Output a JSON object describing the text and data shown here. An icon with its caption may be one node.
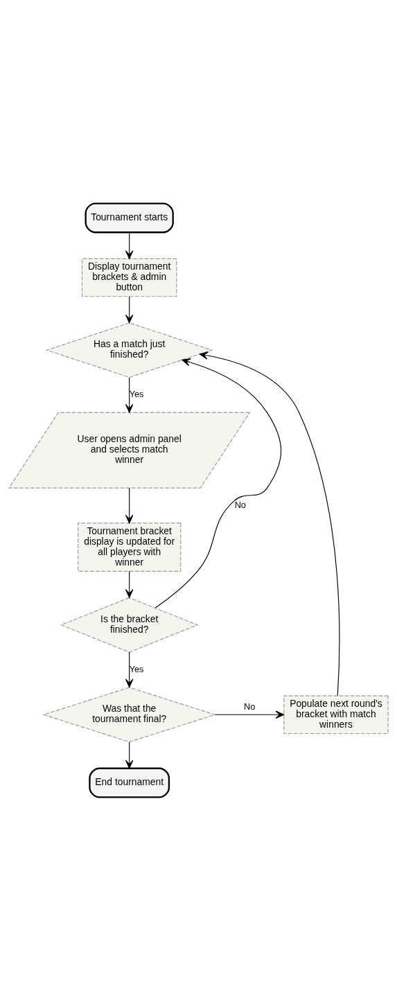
{
  "diagram": {
    "nodes": [
      {
        "text": [
          "Tournament starts"
        ]
      },
      {
        "text": [
          "Display tournament brackets & admin button"
        ]
      },
      {
        "text": [
          "Has a match just finished?"
        ]
      },
      {
        "text": [
          "User opens admin panel and selects match winner"
        ]
      },
      {
        "text": [
          "Tournament bracket display is updated for all players with winner"
        ]
      },
      {
        "text": [
          "Is the bracket finished?"
        ]
      },
      {
        "text": [
          "Was that the tournament final?"
        ]
      },
      {
        "text": [
          "Populate next round's bracket with match winners"
        ]
      },
      {
        "text": [
          "End tournament"
        ]
      }
    ],
    "edges": [
      {
        "from": 0,
        "to": 1,
        "arrow": "to"
      },
      {
        "from": 1,
        "to": 2,
        "arrow": "to"
      },
      {
        "from": 2,
        "to": 3,
        "arrow": "to",
        "label": "Yes"
      },
      {
        "from": 3,
        "to": 4,
        "arrow": "to"
      },
      {
        "from": 4,
        "to": 5,
        "arrow": "to"
      },
      {
        "from": 5,
        "to": 2,
        "arrow": "to",
        "label": "No"
      },
      {
        "from": 5,
        "to": 6,
        "arrow": "to",
        "label": "Yes"
      },
      {
        "from": 6,
        "to": 7,
        "arrow": "to",
        "label": "No"
      },
      {
        "from": 7,
        "to": 2,
        "arrow": "to"
      },
      {
        "from": 6,
        "to": 8,
        "arrow": "to"
      }
    ]
  }
}
